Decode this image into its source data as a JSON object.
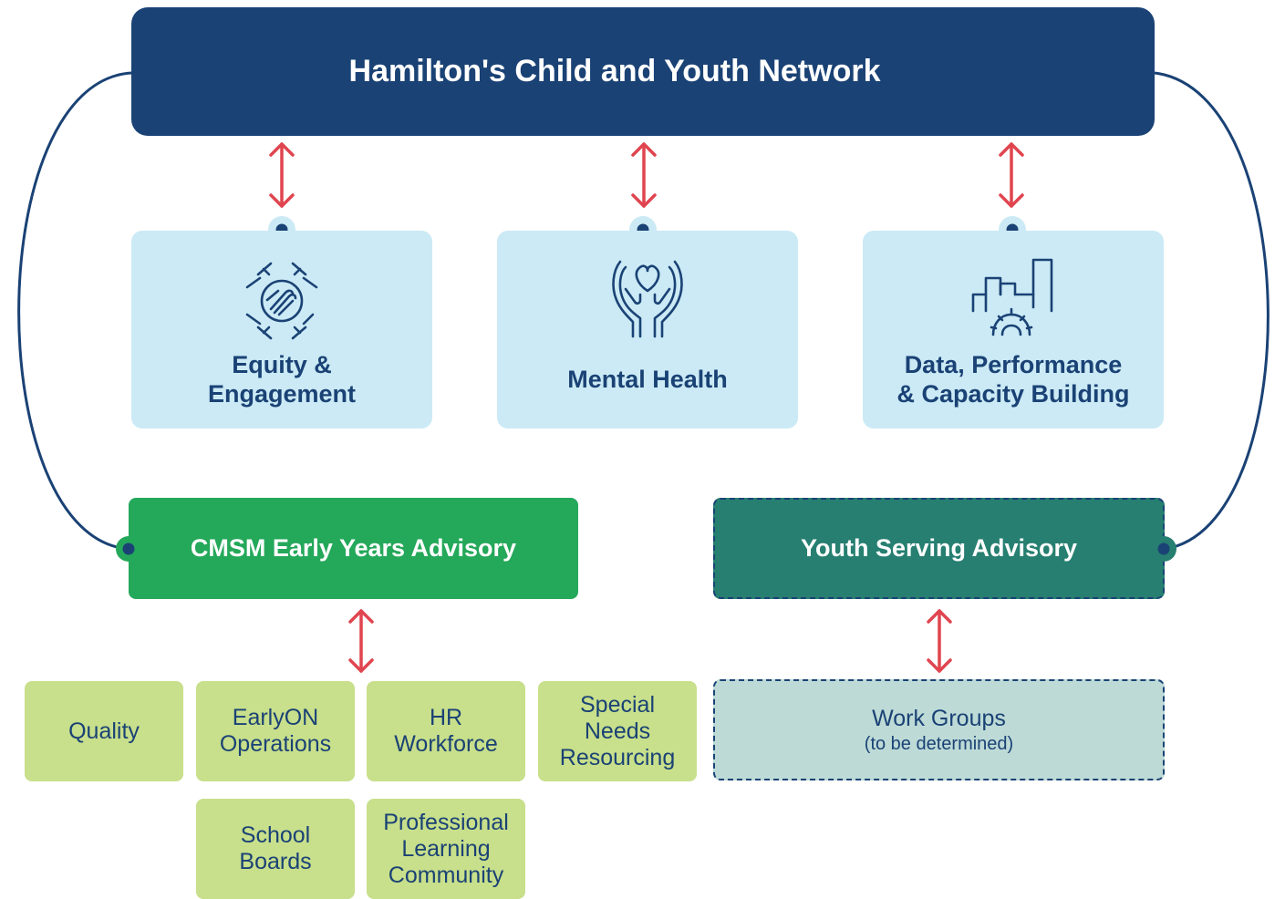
{
  "header": {
    "title": "Hamilton's Child and Youth Network"
  },
  "pillars": [
    {
      "icon": "handshake-icon",
      "label_lines": [
        "Equity &",
        "Engagement"
      ]
    },
    {
      "icon": "heart-hands-icon",
      "label_lines": [
        "Mental Health"
      ]
    },
    {
      "icon": "chart-gear-icon",
      "label_lines": [
        "Data, Performance",
        "& Capacity Building"
      ]
    }
  ],
  "advisories": {
    "early_years": "CMSM Early Years Advisory",
    "youth_serving": "Youth Serving Advisory"
  },
  "early_years_groups": [
    {
      "lines": [
        "Quality"
      ]
    },
    {
      "lines": [
        "EarlyON",
        "Operations"
      ]
    },
    {
      "lines": [
        "HR",
        "Workforce"
      ]
    },
    {
      "lines": [
        "Special",
        "Needs",
        "Resourcing"
      ]
    },
    {
      "lines": [
        "School",
        "Boards"
      ]
    },
    {
      "lines": [
        "Professional",
        "Learning",
        "Community"
      ]
    }
  ],
  "youth_groups": {
    "title": "Work Groups",
    "subtitle": "(to be determined)"
  },
  "colors": {
    "navy": "#1a4275",
    "arrow_red": "#e0454f",
    "pillar_bg": "#cbeaf5",
    "early_years_green": "#24a85a",
    "youth_teal": "#267f70",
    "subgroup_green": "#c8df8b",
    "workgroup_bg": "#bddad6"
  }
}
